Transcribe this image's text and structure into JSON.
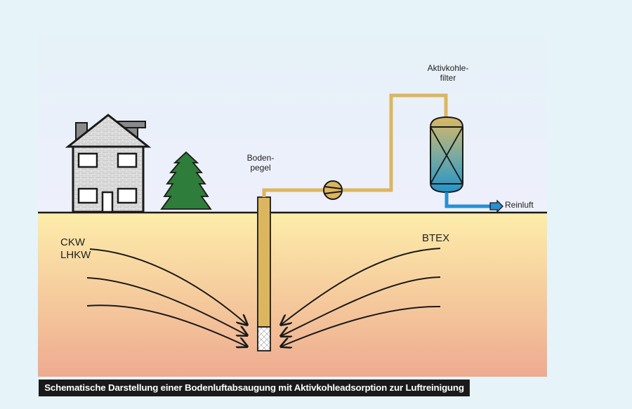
{
  "diagram": {
    "title": "Schematische Darstellung einer Bodenluftabsaugung mit Aktivkohleadsorption zur Luftreinigung",
    "labels": {
      "borehole_line1": "Boden-",
      "borehole_line2": "pegel",
      "filter_line1": "Aktivkohle-",
      "filter_line2": "filter",
      "clean_air": "Reinluft",
      "contaminant_left_1": "CKW",
      "contaminant_left_2": "LHKW",
      "contaminant_right": "BTEX"
    },
    "colors": {
      "sky_top": "#e9eef8",
      "soil_top": "#fdedaa",
      "soil_bottom": "#eeab90",
      "pipe": "#dcb65f",
      "clean_pipe": "#2a8fcf",
      "outline": "#1a1a1a",
      "tree": "#2e7d3a",
      "brick": "#c8c8c8",
      "caption_bg": "#1a1a1a"
    },
    "components": [
      "house",
      "tree",
      "borehole-pipe",
      "pump",
      "activated-carbon-filter",
      "clean-air-outlet"
    ]
  }
}
